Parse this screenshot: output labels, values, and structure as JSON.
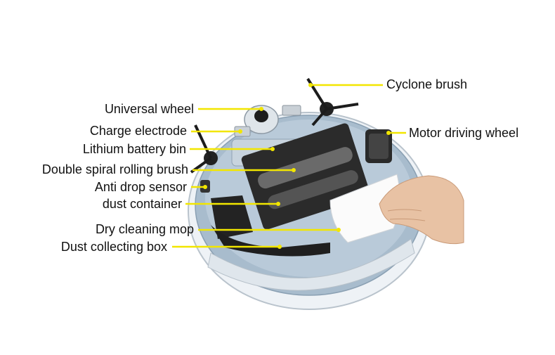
{
  "diagram": {
    "callouts": [
      {
        "id": "cyclone-brush",
        "text": "Cyclone brush"
      },
      {
        "id": "universal-wheel",
        "text": "Universal wheel"
      },
      {
        "id": "motor-driving-wheel",
        "text": "Motor driving wheel"
      },
      {
        "id": "charge-electrode",
        "text": "Charge electrode"
      },
      {
        "id": "lithium-battery-bin",
        "text": "Lithium battery bin"
      },
      {
        "id": "double-spiral-rolling-brush",
        "text": "Double spiral rolling brush"
      },
      {
        "id": "anti-drop-sensor",
        "text": "Anti drop sensor"
      },
      {
        "id": "dust-container",
        "text": "dust container"
      },
      {
        "id": "dry-cleaning-mop",
        "text": "Dry cleaning mop"
      },
      {
        "id": "dust-collecting-box",
        "text": "Dust collecting box"
      }
    ],
    "leader_color": "#f2e600"
  }
}
